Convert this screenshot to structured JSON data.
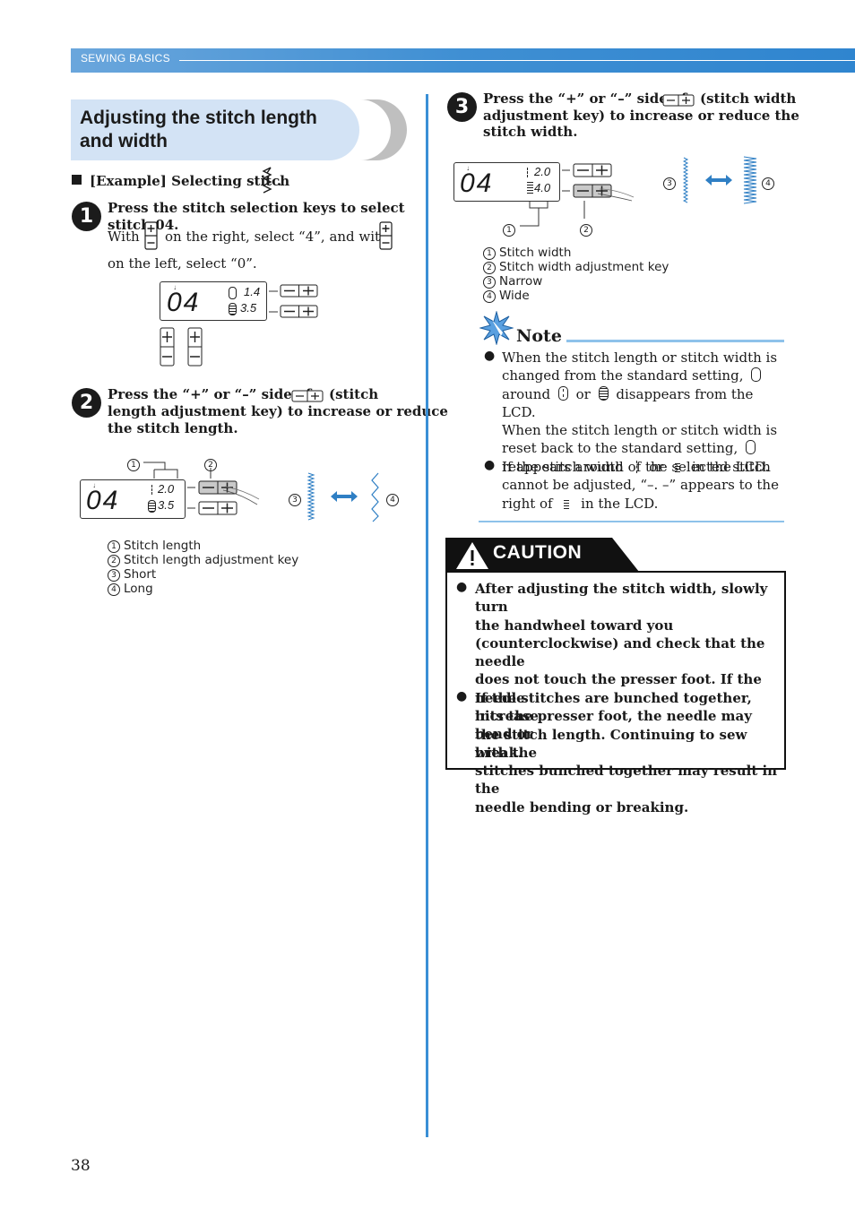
{
  "header": {
    "section": "SEWING BASICS"
  },
  "title": {
    "line1": "Adjusting the stitch length",
    "line2": "and width"
  },
  "example": {
    "label": "[Example] Selecting stitch",
    "period": "."
  },
  "step1": {
    "number": "1",
    "heading": "Press the stitch selection keys to select stitch 04.",
    "with1": "With",
    "text_mid": "on the right, select “4”, and with",
    "text_end": "on the left, select “0”."
  },
  "lcd1": {
    "digits": "04",
    "length": "1.4",
    "width": "3.5"
  },
  "step2": {
    "number": "2",
    "heading_a": "Press the “+” or “–” side of",
    "heading_b": "(stitch",
    "heading_c": "length adjustment key) to increase or reduce",
    "heading_d": "the stitch length."
  },
  "lcd2": {
    "digits": "04",
    "length": "2.0",
    "width": "3.5"
  },
  "legend2": {
    "n1": "1",
    "n2": "2",
    "n3": "3",
    "n4": "4",
    "items": [
      "Stitch length",
      "Stitch length adjustment key",
      "Short",
      "Long"
    ]
  },
  "step3": {
    "number": "3",
    "heading_a": "Press the “+” or “–” side of",
    "heading_b": "(stitch width",
    "heading_c": "adjustment key) to increase or reduce the",
    "heading_d": "stitch width."
  },
  "lcd3": {
    "digits": "04",
    "length": "2.0",
    "width": "4.0"
  },
  "legend3": {
    "n1": "1",
    "n2": "2",
    "n3": "3",
    "n4": "4",
    "items": [
      "Stitch width",
      "Stitch width adjustment key",
      "Narrow",
      "Wide"
    ]
  },
  "note": {
    "title": "Note",
    "b1_l1": "When the stitch length or stitch width is",
    "b1_l2": "changed from the standard setting,",
    "b1_l3a": "around",
    "b1_l3b": "or",
    "b1_l3c": "disappears from the LCD.",
    "b1_l4": "When the stitch length or stitch width is",
    "b1_l5": "reset back to the standard setting,",
    "b1_l6a": "reappears around",
    "b1_l6b": "or",
    "b1_l6c": "in the LCD.",
    "b2_l1": "If the stitch width of the selected stitch",
    "b2_l2": "cannot be adjusted, “–. –” appears to the",
    "b2_l3a": "right of",
    "b2_l3b": "in the LCD."
  },
  "caution": {
    "title": "CAUTION",
    "lines1": [
      "After adjusting the stitch width, slowly turn",
      "the handwheel toward you",
      "(counterclockwise) and check that the needle",
      "does not touch the presser foot. If the needle",
      "hits the presser foot, the needle may bend or",
      "break."
    ],
    "lines2": [
      "If the stitches are bunched together, increase",
      "the stitch length. Continuing to sew with the",
      "stitches bunched together may result in the",
      "needle bending or breaking."
    ]
  },
  "page_number": "38",
  "colors": {
    "accent": "#3a8fd6",
    "title_bg": "#d3e3f5",
    "note_line": "#8ec2ea"
  }
}
